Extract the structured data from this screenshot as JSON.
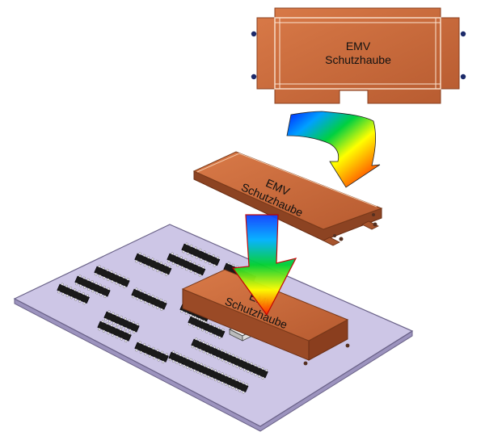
{
  "figure": {
    "title": "",
    "labels": {
      "flat_cover": {
        "line1": "EMV",
        "line2": "Schutzhaube"
      },
      "folded_cover": {
        "line1": "EMV",
        "line2": "Schutzhaube"
      },
      "mounted_cover": {
        "line1": "EMV",
        "line2": "Schutzhaube"
      }
    },
    "colors": {
      "copper": "#c86a3c",
      "copper_dark": "#9a4a26",
      "copper_light": "#e08a5a",
      "board": "#cdc6e6",
      "board_edge": "#6a6288",
      "chip": "#1a1a1a",
      "pin": "#f2f2f2"
    },
    "chip_count": 16,
    "icons": [
      "rainbow-bend-arrow-icon",
      "rainbow-down-arrow-icon"
    ]
  }
}
